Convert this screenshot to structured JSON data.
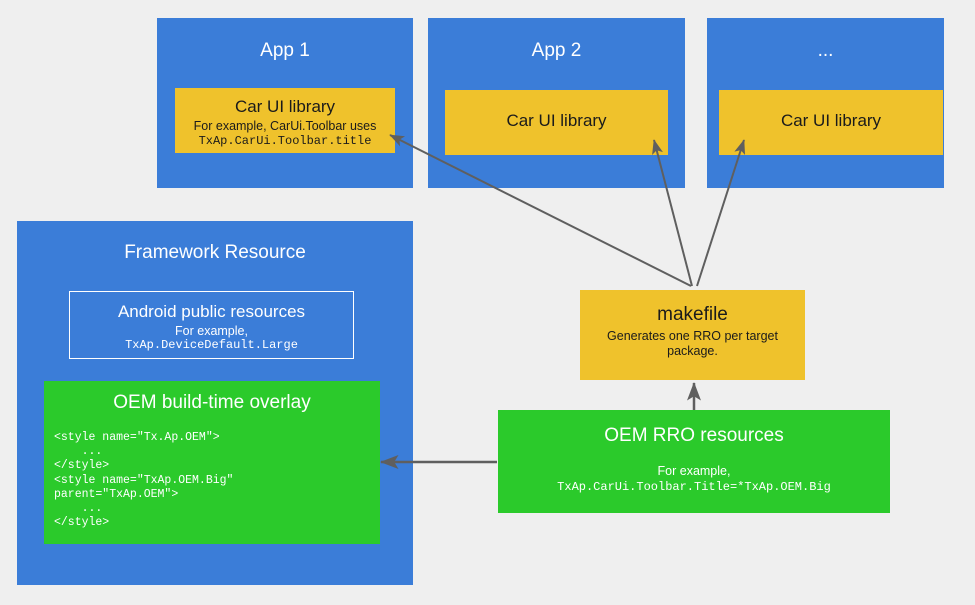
{
  "diagram": {
    "background_color": "#efefef",
    "palette": {
      "blue": "#3b7dd8",
      "yellow": "#efc22c",
      "green": "#2bca2b",
      "arrow": "#5f5f5f",
      "white": "#ffffff",
      "dark_text": "#1b1b1b"
    }
  },
  "apps": [
    {
      "title": "App 1",
      "library": {
        "title": "Car UI library",
        "subtitle": "For example, CarUi.Toolbar uses",
        "code": "TxAp.CarUi.Toolbar.title"
      }
    },
    {
      "title": "App 2",
      "library": {
        "title": "Car UI library",
        "subtitle": "",
        "code": ""
      }
    },
    {
      "title": "...",
      "library": {
        "title": "Car UI library",
        "subtitle": "",
        "code": ""
      }
    }
  ],
  "framework": {
    "title": "Framework Resource",
    "public_resources": {
      "title": "Android public resources",
      "subtitle": "For example,",
      "code": "TxAp.DeviceDefault.Large"
    },
    "build_overlay": {
      "title": "OEM build-time overlay",
      "code": "<style name=\"Tx.Ap.OEM\">\n    ...\n</style>\n<style name=\"TxAp.OEM.Big\"\nparent=\"TxAp.OEM\">\n    ...\n</style>"
    }
  },
  "makefile": {
    "title": "makefile",
    "subtitle": "Generates one RRO per target package."
  },
  "rro": {
    "title": "OEM RRO resources",
    "subtitle": "For example,",
    "code": "TxAp.CarUi.Toolbar.Title=*TxAp.OEM.Big"
  },
  "arrows": [
    {
      "name": "makefile-to-app1",
      "from": "makefile",
      "to": "app1-car-ui-library"
    },
    {
      "name": "makefile-to-app2",
      "from": "makefile",
      "to": "app2-car-ui-library"
    },
    {
      "name": "makefile-to-app3",
      "from": "makefile",
      "to": "app3-car-ui-library"
    },
    {
      "name": "rro-to-makefile",
      "from": "oem-rro-resources",
      "to": "makefile"
    },
    {
      "name": "rro-to-build-overlay",
      "from": "oem-rro-resources",
      "to": "oem-build-time-overlay"
    }
  ]
}
